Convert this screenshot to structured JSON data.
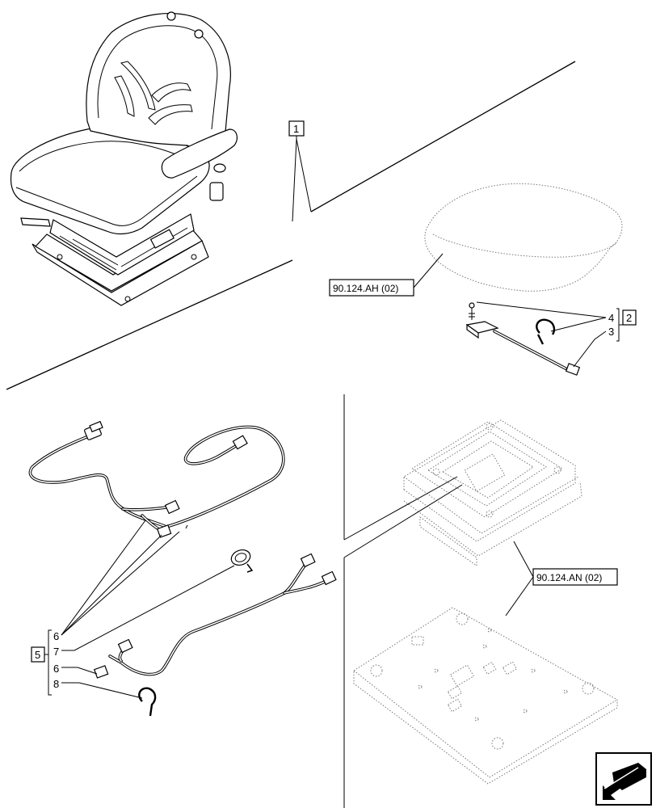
{
  "callouts": {
    "item_1": "1",
    "item_2": "2",
    "item_3": "3",
    "item_4": "4",
    "item_5": "5",
    "item_6a": "6",
    "item_7": "7",
    "item_6b": "6",
    "item_8": "8"
  },
  "references": {
    "cushion_ref": "90.124.AH (02)",
    "suspension_ref": "90.124.AN (02)"
  },
  "icons": {
    "seat": "operator-seat-assembly",
    "cushion": "seat-cushion-icon",
    "suspension": "seat-suspension-icon",
    "base_plate": "mounting-plate-icon",
    "harness": "wiring-harness-icon",
    "nav": "navigation-arrow-icon"
  },
  "colors": {
    "line": "#000000",
    "background": "#ffffff"
  }
}
